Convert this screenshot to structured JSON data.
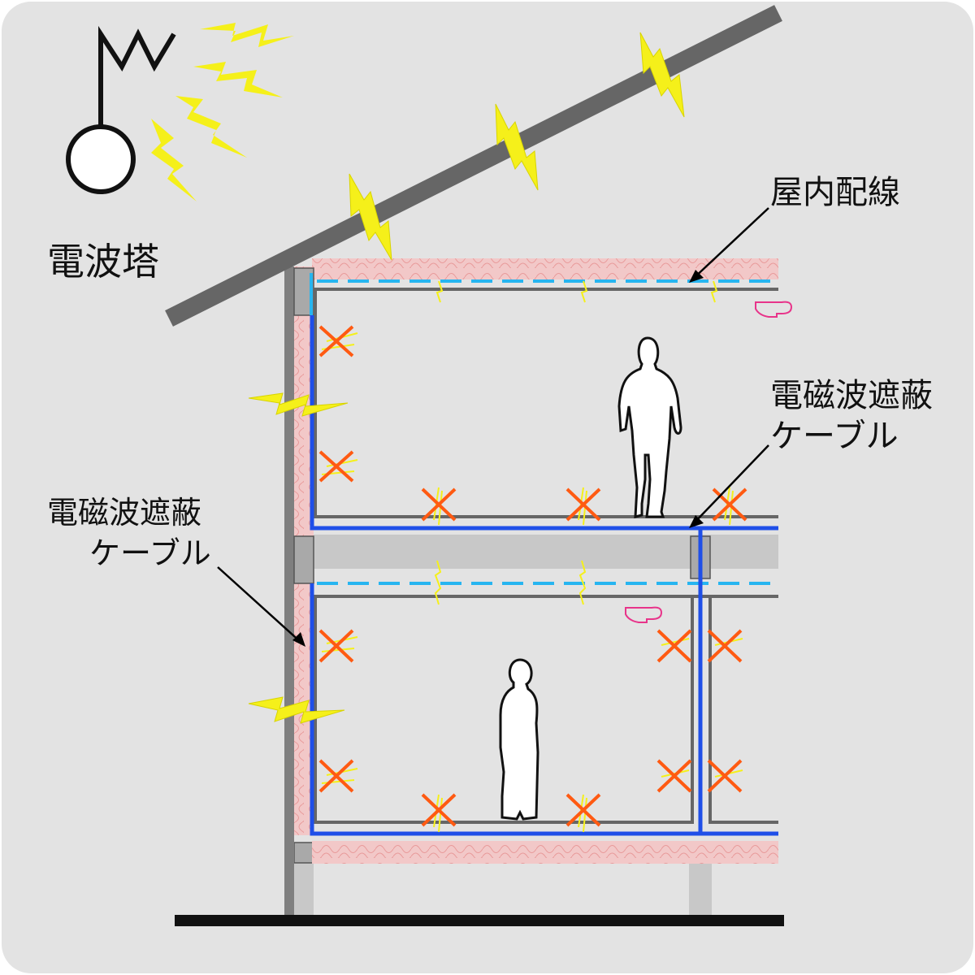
{
  "labels": {
    "tower": "電波塔",
    "indoor_wiring": "屋内配線",
    "shield_cable_right_line1": "電磁波遮蔽",
    "shield_cable_right_line2": "ケーブル",
    "shield_cable_left_line1": "電磁波遮蔽",
    "shield_cable_left_line2": "ケーブル"
  },
  "colors": {
    "background": "#e3e3e3",
    "roof": "#666666",
    "wall": "#7f7f7f",
    "shield_cable": "#1f4fe8",
    "indoor_wiring": "#27b5f0",
    "radio_wave": "#f5f01a",
    "blocked_mark": "#ff5a12",
    "insulation": "#f2c8c8",
    "hand_pointer": "#e8348a",
    "ground": "#111111"
  },
  "icons": [
    "radio-tower-icon",
    "lightning-wave-icon",
    "blocked-x-icon",
    "person-silhouette-icon",
    "pointing-hand-icon"
  ]
}
